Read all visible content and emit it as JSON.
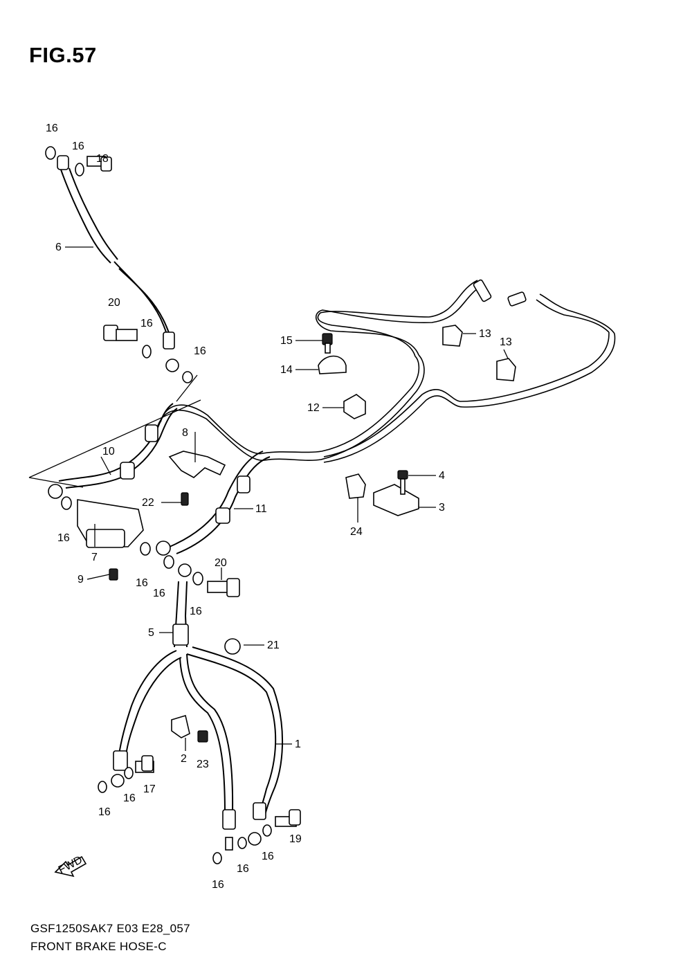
{
  "figure": {
    "title": "FIG.57",
    "model_code": "GSF1250SAK7 E03 E28_057",
    "section_name": "FRONT BRAKE HOSE-C"
  },
  "fwd_marker": "FWD",
  "callouts": [
    {
      "id": "c16a",
      "label": "16"
    },
    {
      "id": "c16b",
      "label": "16"
    },
    {
      "id": "c18",
      "label": "18"
    },
    {
      "id": "c6",
      "label": "6"
    },
    {
      "id": "c20a",
      "label": "20"
    },
    {
      "id": "c16c",
      "label": "16"
    },
    {
      "id": "c16d",
      "label": "16"
    },
    {
      "id": "c15",
      "label": "15"
    },
    {
      "id": "c14",
      "label": "14"
    },
    {
      "id": "c13a",
      "label": "13"
    },
    {
      "id": "c13b",
      "label": "13"
    },
    {
      "id": "c12",
      "label": "12"
    },
    {
      "id": "c8",
      "label": "8"
    },
    {
      "id": "c10",
      "label": "10"
    },
    {
      "id": "c22",
      "label": "22"
    },
    {
      "id": "c4",
      "label": "4"
    },
    {
      "id": "c3",
      "label": "3"
    },
    {
      "id": "c24",
      "label": "24"
    },
    {
      "id": "c11",
      "label": "11"
    },
    {
      "id": "c16e",
      "label": "16"
    },
    {
      "id": "c7",
      "label": "7"
    },
    {
      "id": "c9",
      "label": "9"
    },
    {
      "id": "c16f",
      "label": "16"
    },
    {
      "id": "c16g",
      "label": "16"
    },
    {
      "id": "c20b",
      "label": "20"
    },
    {
      "id": "c16h",
      "label": "16"
    },
    {
      "id": "c5",
      "label": "5"
    },
    {
      "id": "c21",
      "label": "21"
    },
    {
      "id": "c1",
      "label": "1"
    },
    {
      "id": "c2",
      "label": "2"
    },
    {
      "id": "c23",
      "label": "23"
    },
    {
      "id": "c17",
      "label": "17"
    },
    {
      "id": "c16i",
      "label": "16"
    },
    {
      "id": "c16j",
      "label": "16"
    },
    {
      "id": "c19",
      "label": "19"
    },
    {
      "id": "c16k",
      "label": "16"
    },
    {
      "id": "c16l",
      "label": "16"
    },
    {
      "id": "c16m",
      "label": "16"
    }
  ]
}
